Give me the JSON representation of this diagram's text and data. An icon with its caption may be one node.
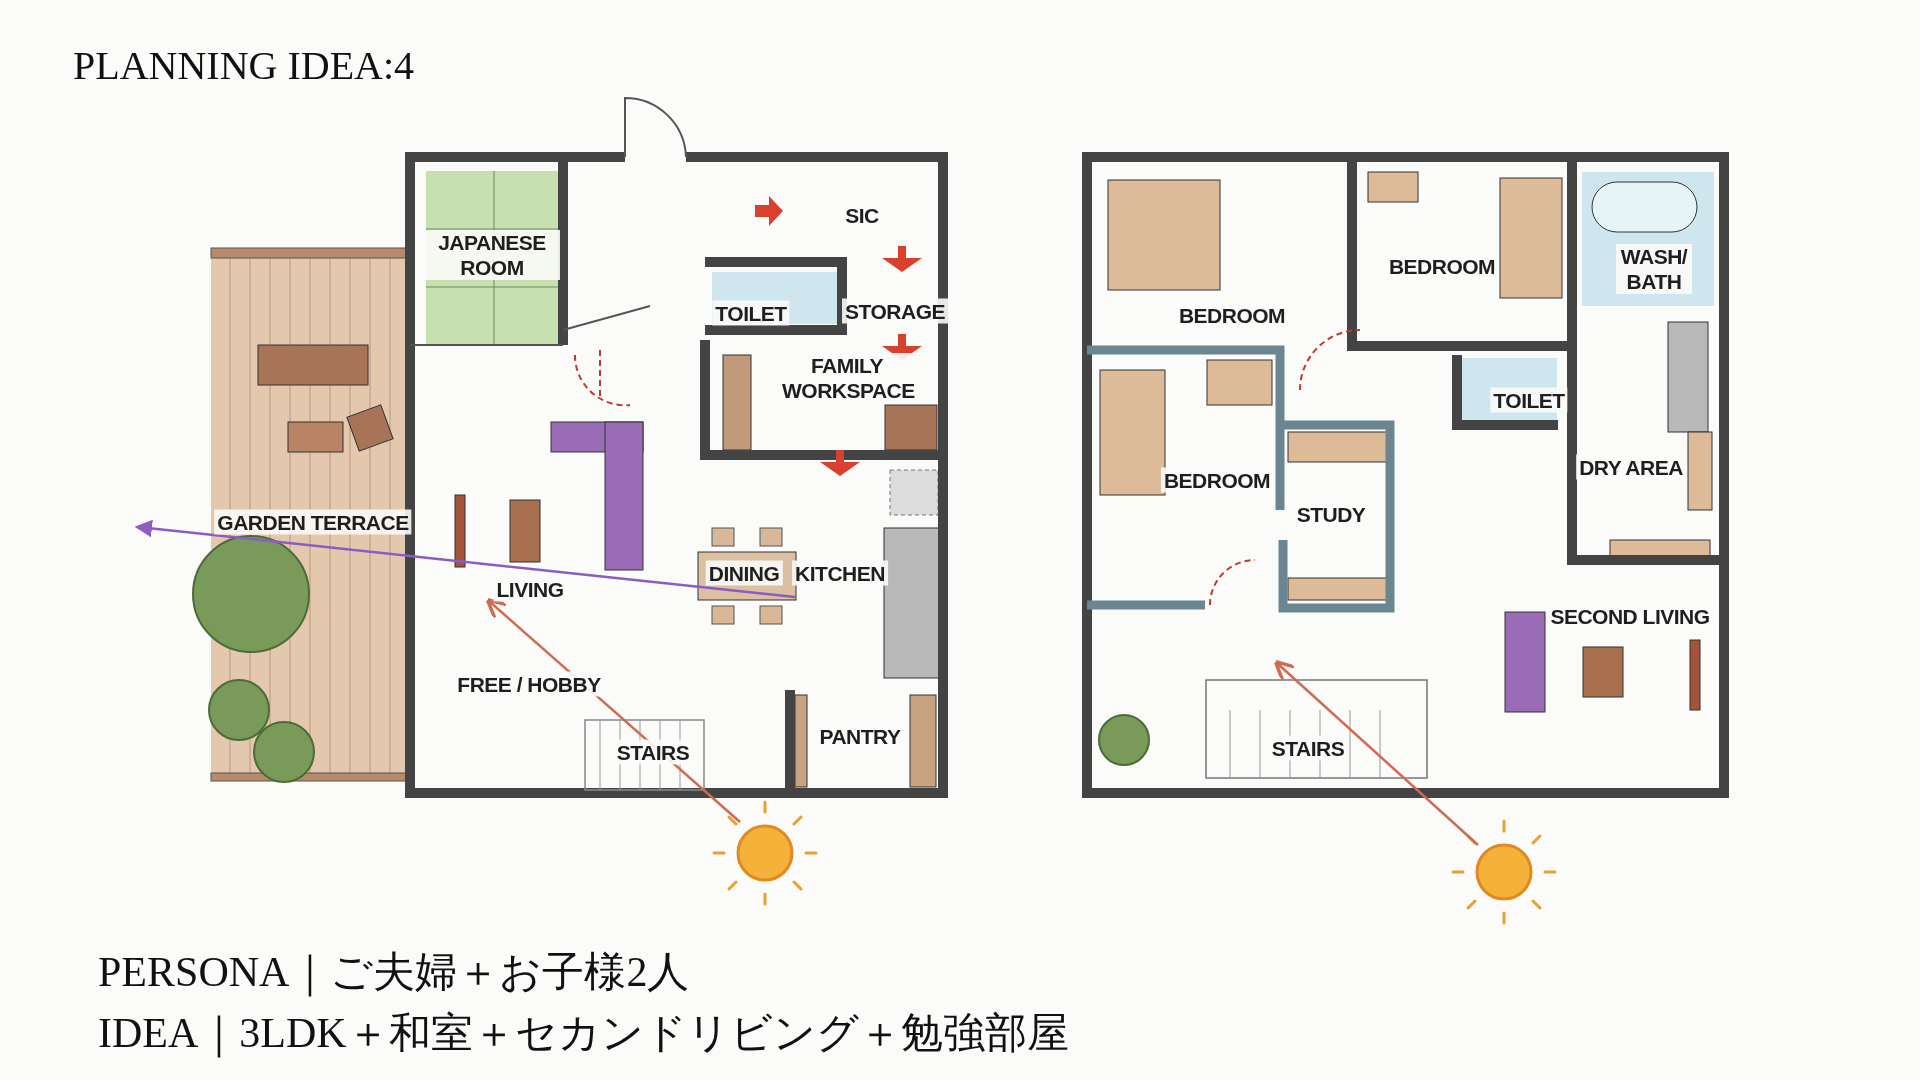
{
  "diagram": {
    "title": "PLANNING IDEA:4",
    "labels": [
      "JAPANESE ROOM",
      "SIC",
      "TOILET",
      "STORAGE",
      "FAMILY WORKSPACE",
      "GARDEN TERRACE",
      "DINING",
      "KITCHEN",
      "LIVING",
      "FREE / HOBBY",
      "PANTRY",
      "STAIRS",
      "BEDROOM",
      "WASH/ BATH",
      "BEDROOM",
      "TOILET",
      "DRY AREA",
      "BEDROOM",
      "STUDY",
      "SECOND LIVING",
      "STAIRS",
      "PERSONA｜ご夫婦＋お子様2人",
      "IDEA｜3LDK＋和室＋セカンドリビング＋勉強部屋"
    ]
  }
}
